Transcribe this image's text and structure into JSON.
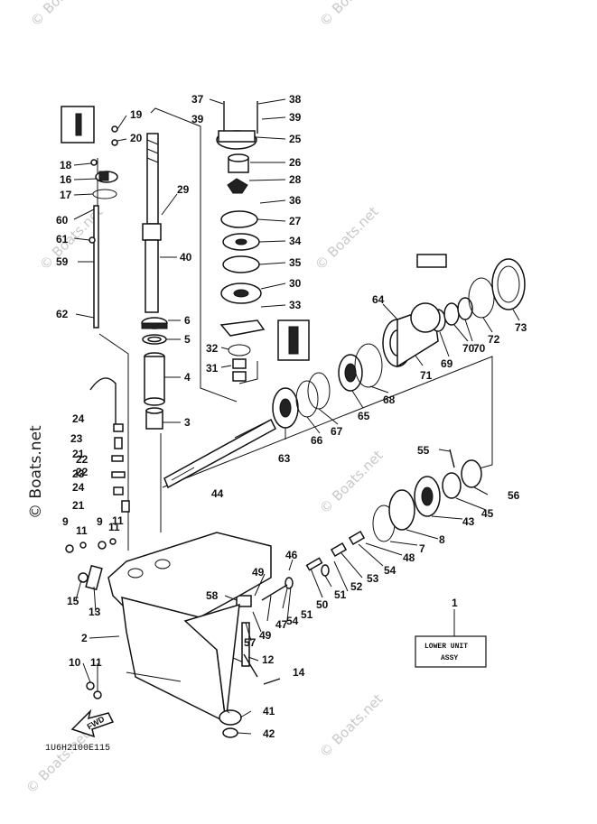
{
  "diagram": {
    "watermark": "© Boats.net",
    "lower_unit_box": {
      "line1": "LOWER UNIT",
      "line2": "ASSY"
    },
    "fwd_label": "FWD",
    "drawing_code": "1U6H2100E115",
    "part_labels": [
      "1",
      "2",
      "3",
      "4",
      "5",
      "6",
      "7",
      "8",
      "9",
      "9",
      "10",
      "11",
      "11",
      "11",
      "11",
      "12",
      "13",
      "14",
      "15",
      "16",
      "17",
      "18",
      "19",
      "20",
      "21",
      "22",
      "23",
      "24",
      "24",
      "25",
      "26",
      "27",
      "28",
      "29",
      "30",
      "31",
      "32",
      "33",
      "34",
      "35",
      "36",
      "37",
      "38",
      "39",
      "39",
      "40",
      "41",
      "42",
      "43",
      "44",
      "45",
      "46",
      "47",
      "48",
      "49",
      "49",
      "50",
      "51",
      "51",
      "52",
      "53",
      "54",
      "54",
      "55",
      "56",
      "57",
      "58",
      "59",
      "60",
      "61",
      "62",
      "63",
      "64",
      "65",
      "66",
      "67",
      "68",
      "69",
      "70",
      "70",
      "71",
      "72",
      "73",
      "21",
      "22",
      "23"
    ]
  }
}
